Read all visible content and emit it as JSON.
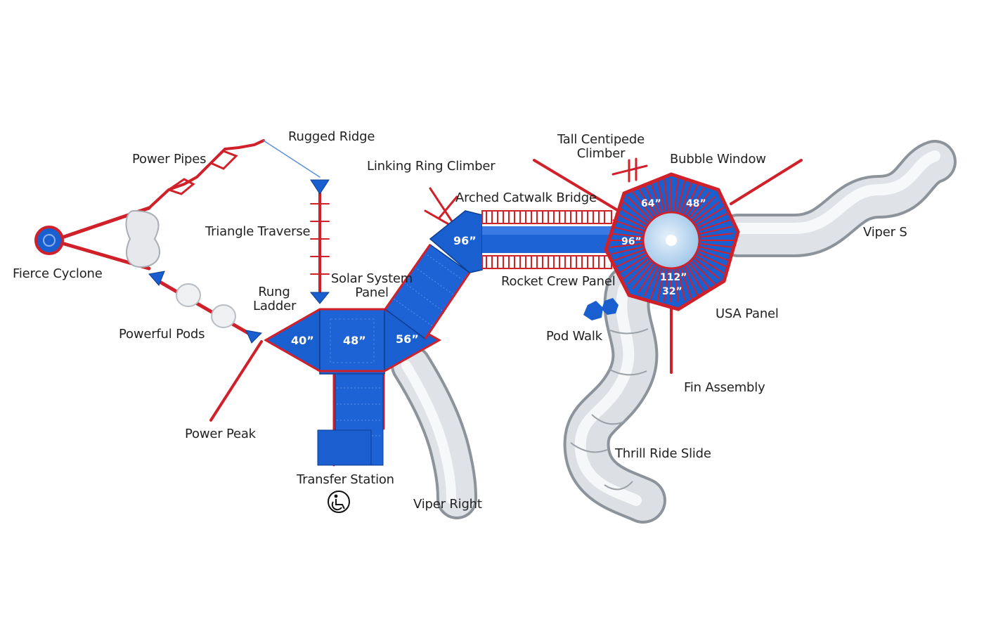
{
  "components": {
    "rugged_ridge": "Rugged Ridge",
    "power_pipes": "Power Pipes",
    "triangle_traverse": "Triangle Traverse",
    "fierce_cyclone": "Fierce Cyclone",
    "powerful_pods": "Powerful Pods",
    "rung_ladder_1": "Rung",
    "rung_ladder_2": "Ladder",
    "solar_system_panel_1": "Solar System",
    "solar_system_panel_2": "Panel",
    "linking_ring_climber": "Linking Ring Climber",
    "arched_catwalk_bridge": "Arched Catwalk Bridge",
    "tall_centipede_climber_1": "Tall Centipede",
    "tall_centipede_climber_2": "Climber",
    "bubble_window": "Bubble Window",
    "viper_s": "Viper S",
    "rocket_crew_panel": "Rocket Crew Panel",
    "usa_panel": "USA Panel",
    "pod_walk": "Pod Walk",
    "fin_assembly": "Fin Assembly",
    "thrill_ride_slide": "Thrill Ride Slide",
    "power_peak": "Power Peak",
    "transfer_station": "Transfer Station",
    "viper_right": "Viper Right"
  },
  "deck_heights": {
    "deck_40": "40”",
    "deck_48": "48”",
    "deck_56": "56”",
    "deck_96_ramp": "96”",
    "tower_64": "64”",
    "tower_48": "48”",
    "tower_96": "96”",
    "tower_112": "112”",
    "tower_32": "32”"
  },
  "colors": {
    "deck_blue": "#1a5fcf",
    "frame_red": "#d0202a",
    "slide_gray": "#c9cdd2",
    "label_text": "#222222"
  },
  "icons": {
    "accessibility": "wheelchair-icon"
  }
}
